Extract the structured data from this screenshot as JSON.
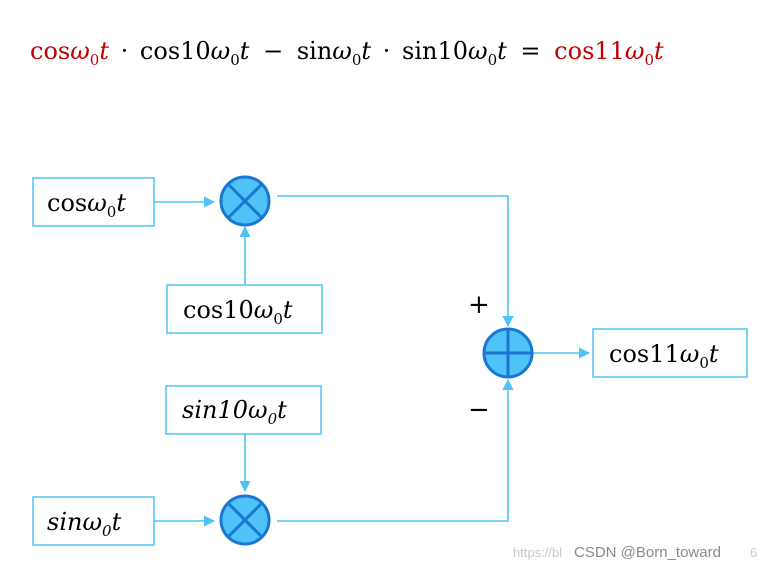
{
  "equation": {
    "term1": {
      "fn": "cos",
      "omega": "ω",
      "sub": "0",
      "var": "t"
    },
    "dot1": "·",
    "term2": {
      "fn": "cos10",
      "omega": "ω",
      "sub": "0",
      "var": "t"
    },
    "minus": "−",
    "term3": {
      "fn": "sin",
      "omega": "ω",
      "sub": "0",
      "var": "t"
    },
    "dot2": "·",
    "term4": {
      "fn": "sin10",
      "omega": "ω",
      "sub": "0",
      "var": "t"
    },
    "equals": "=",
    "result": {
      "fn": "cos11",
      "omega": "ω",
      "sub": "0",
      "var": "t"
    },
    "highlight_color": "#c00000"
  },
  "diagram": {
    "box_cos": {
      "fn": "cos",
      "omega": "ω",
      "sub": "0",
      "var": "t"
    },
    "box_cos10": {
      "fn": "cos10",
      "omega": "ω",
      "sub": "0",
      "var": "t"
    },
    "box_sin10": {
      "fn": "sin10",
      "omega": "ω",
      "sub": "0",
      "var": "t"
    },
    "box_sin": {
      "fn": "sin",
      "omega": "ω",
      "sub": "0",
      "var": "t"
    },
    "box_out": {
      "fn": "cos11",
      "omega": "ω",
      "sub": "0",
      "var": "t"
    },
    "plus_sign": "+",
    "minus_sign": "−",
    "colors": {
      "line": "#4fc3f7",
      "node_fill": "#4fc3f7",
      "node_stroke": "#1976d2",
      "box_stroke": "#4fc3f7"
    }
  },
  "watermark": {
    "url_fragment": "https://bl",
    "label": "CSDN @Born_toward",
    "faint_tail": "6"
  }
}
